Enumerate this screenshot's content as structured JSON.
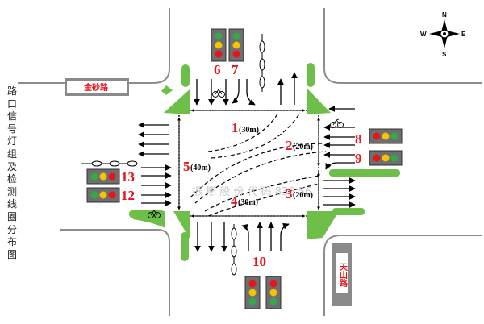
{
  "title_vertical": [
    "路",
    "口",
    "信",
    "号",
    "灯",
    "组",
    "及",
    "检",
    "测",
    "线",
    "圈",
    "分",
    "布",
    "图"
  ],
  "road_labels": {
    "west": "金砂路",
    "east_south": "天山路"
  },
  "signal_group_numbers": [
    "6",
    "7",
    "8",
    "9",
    "13",
    "12",
    "10"
  ],
  "loops": [
    {
      "id": "1",
      "length": "(30m)"
    },
    {
      "id": "2",
      "length": "(20m)"
    },
    {
      "id": "3",
      "length": "(20m)"
    },
    {
      "id": "4",
      "length": "(30m)"
    },
    {
      "id": "5",
      "length": "(40m)"
    }
  ],
  "compass": {
    "n": "N",
    "s": "S",
    "e": "E",
    "w": "W"
  },
  "watermark": {
    "text": "振 熊 股 份 代 码 836 56"
  },
  "colors": {
    "green_island": "#6dbf4a",
    "signal_red": "#e8141c",
    "signal_yellow": "#f5c400",
    "signal_green": "#35a84a",
    "road_line": "#8c8c8c"
  }
}
